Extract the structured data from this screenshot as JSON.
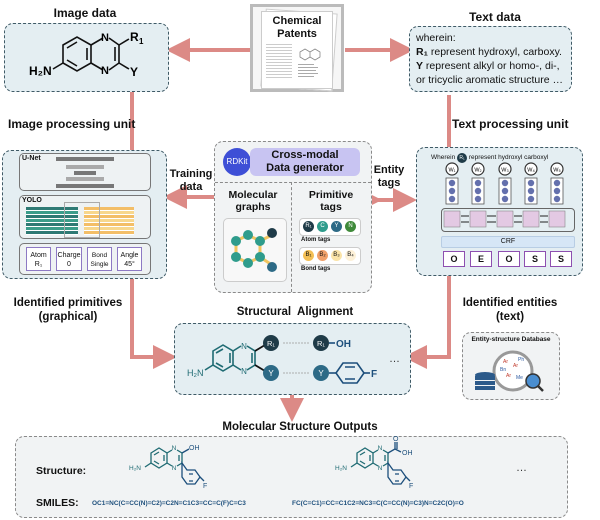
{
  "patent": {
    "title_line1": "Chemical",
    "title_line2": "Patents"
  },
  "image_data": {
    "title": "Image data",
    "labels": {
      "n_top": "N",
      "n_bottom": "N",
      "r1": "R",
      "r1_sub": "1",
      "y": "Y",
      "h2n": "H₂N"
    }
  },
  "text_data": {
    "title": "Text data",
    "lines": [
      {
        "bold": "",
        "text": "wherein:"
      },
      {
        "bold": "R₁",
        "text": " represent hydroxyl, carboxy."
      },
      {
        "bold": "Y",
        "text": " represent alkyl or homo-, di-,"
      },
      {
        "bold": "",
        "text": "or tricyclic aromatic structure …"
      }
    ]
  },
  "image_unit": {
    "title": "Image processing unit",
    "unet_label": "U-Net",
    "yolo_label": "YOLO",
    "primitives": [
      {
        "name": "Atom",
        "value": "R₁"
      },
      {
        "name": "Charge",
        "value": "0"
      },
      {
        "name": "Bond",
        "value": "Single"
      },
      {
        "name": "Angle",
        "value": "45°"
      }
    ]
  },
  "text_unit": {
    "title": "Text processing unit",
    "sentence_pre": "Wherein",
    "sentence_badge": "R₁",
    "sentence_post": "represent hydroxyl carboxyl",
    "words": [
      "W₁",
      "W₂",
      "W₃",
      "W₄",
      "W₅"
    ],
    "crf_label": "CRF",
    "outputs": [
      "O",
      "E",
      "O",
      "S",
      "S"
    ]
  },
  "generator": {
    "badge": "RDKit",
    "title_line1": "Cross-modal",
    "title_line2": "Data generator",
    "graphs_line1": "Molecular",
    "graphs_line2": "graphs",
    "tags_line1": "Primitive",
    "tags_line2": "tags",
    "atom_tags": [
      "R₁",
      "C",
      "Y",
      "N"
    ],
    "atom_tags_label": "Atom tags",
    "bond_tags": [
      "B₁",
      "B₂",
      "B₃",
      "B₄"
    ],
    "bond_tags_label": "Bond tags"
  },
  "arrows": {
    "training_line1": "Training",
    "training_line2": "data",
    "entity_line1": "Entity",
    "entity_line2": "tags",
    "primitives_line1": "Identified primitives",
    "primitives_line2": "(graphical)",
    "entities_line1": "Identified entities",
    "entities_line2": "(text)"
  },
  "alignment": {
    "title": "Structural  Alignment",
    "r1": "R₁",
    "y": "Y",
    "oh": "OH",
    "f": "F",
    "h2n": "H₂N",
    "ellipsis": "…"
  },
  "database": {
    "title": "Entity-structure Database"
  },
  "outputs": {
    "title": "Molecular Structure Outputs",
    "structure_label": "Structure:",
    "smiles_label": "SMILES:",
    "smiles": [
      "OC1=NC(C=CC(N)=C2)=C2N=C1C3=CC=C(F)C=C3",
      "FC(C=C1)=CC=C1C2=NC3=C(C=CC(N)=C3)N=C2C(O)=O"
    ],
    "ellipsis": "…",
    "mol1": {
      "oh": "OH",
      "f": "F",
      "h2n": "H₂N"
    },
    "mol2": {
      "oh": "OH",
      "o": "O",
      "f": "F",
      "h2n": "H₂N"
    }
  },
  "colors": {
    "arrow": "#dc8a86",
    "teal": "#1f6b73",
    "navy": "#1d4f7c",
    "purple": "#c8c4f2"
  }
}
